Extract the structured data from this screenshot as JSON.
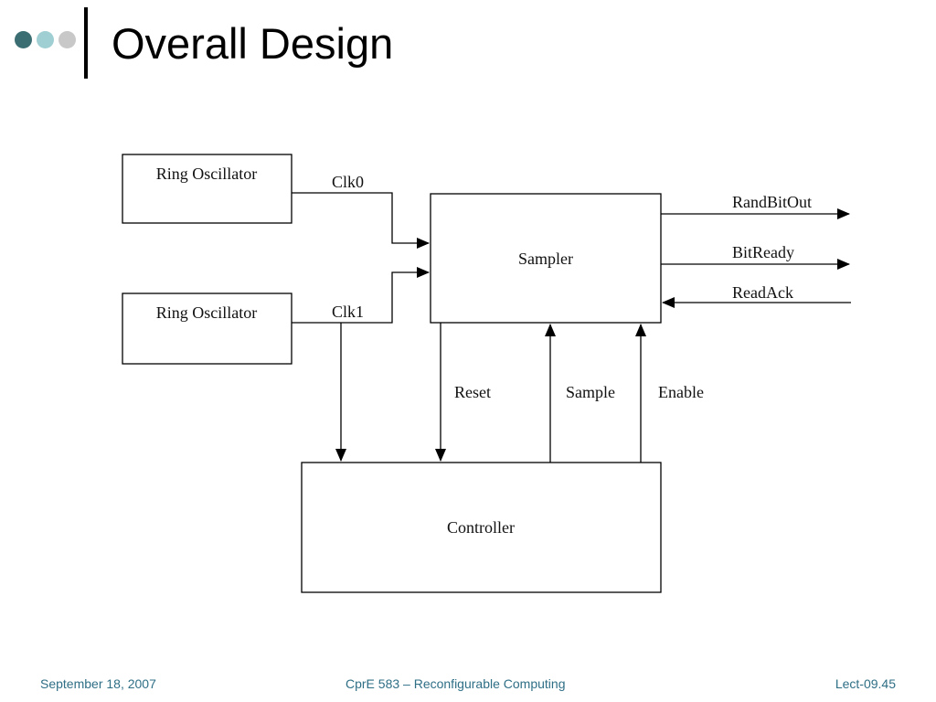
{
  "slide": {
    "title": "Overall Design"
  },
  "diagram": {
    "blocks": {
      "ring_osc_0": "Ring Oscillator",
      "ring_osc_1": "Ring Oscillator",
      "sampler": "Sampler",
      "controller": "Controller"
    },
    "signals": {
      "clk0": "Clk0",
      "clk1": "Clk1",
      "rand_bit_out": "RandBitOut",
      "bit_ready": "BitReady",
      "read_ack": "ReadAck",
      "reset": "Reset",
      "sample": "Sample",
      "enable": "Enable"
    }
  },
  "footer": {
    "date": "September 18, 2007",
    "course": "CprE 583 – Reconfigurable Computing",
    "lecture": "Lect-09.45"
  },
  "colors": {
    "dot_dark": "#3b6e72",
    "dot_light": "#9fcfd3",
    "dot_gray": "#c8c8c8",
    "footer_text": "#2f6f86"
  }
}
